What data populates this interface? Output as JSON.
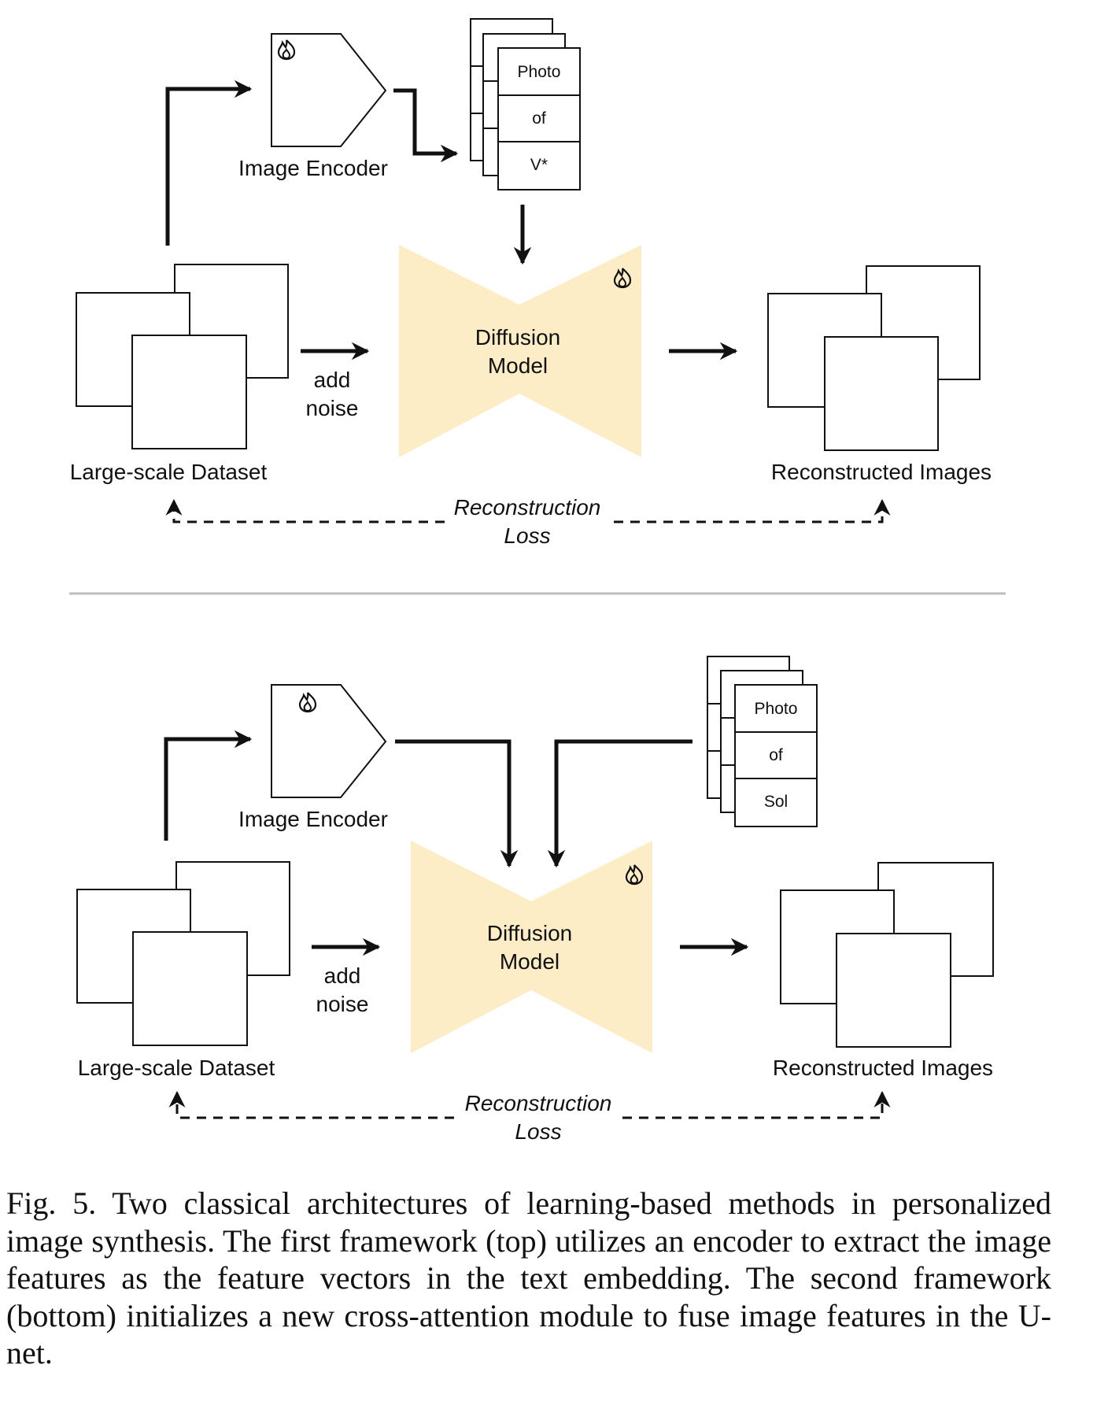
{
  "top": {
    "image_encoder_label": "Image Encoder",
    "tokens": [
      "Photo",
      "of",
      "V*"
    ],
    "model_label_line1": "Diffusion",
    "model_label_line2": "Model",
    "noise_line1": "add",
    "noise_line2": "noise",
    "dataset_label": "Large-scale Dataset",
    "output_label": "Reconstructed Images",
    "loss_line1": "Reconstruction",
    "loss_line2": "Loss"
  },
  "bottom": {
    "image_encoder_label": "Image Encoder",
    "tokens": [
      "Photo",
      "of",
      "Sol"
    ],
    "model_label_line1": "Diffusion",
    "model_label_line2": "Model",
    "noise_line1": "add",
    "noise_line2": "noise",
    "dataset_label": "Large-scale Dataset",
    "output_label": "Reconstructed Images",
    "loss_line1": "Reconstruction",
    "loss_line2": "Loss"
  },
  "caption": "Fig. 5.  Two classical architectures of learning-based methods in personalized image synthesis. The first framework (top) utilizes an encoder to extract the image features as the feature vectors in the text embedding. The second framework (bottom) initializes a new cross-attention module to fuse image features in the U-net.",
  "colors": {
    "model_fill": "#fcedc6",
    "stroke": "#111111",
    "divider": "#bdbdbd"
  },
  "icons": [
    "flame-icon"
  ]
}
